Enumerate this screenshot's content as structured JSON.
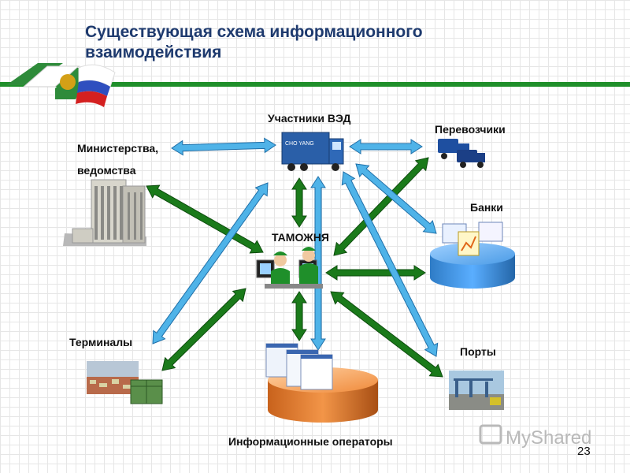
{
  "slide": {
    "title_line1": "Существующая схема информационного",
    "title_line2": "взаимодействия",
    "page_number": "23"
  },
  "nodes": {
    "ved_participants": "Участники ВЭД",
    "carriers": "Перевозчики",
    "ministries_line1": "Министерства,",
    "ministries_line2": "ведомства",
    "banks": "Банки",
    "customs": "ТАМОЖНЯ",
    "terminals": "Терминалы",
    "ports": "Порты",
    "info_operators": "Информационные операторы"
  },
  "truck_text": "CHO YANG",
  "watermark": "MyShared",
  "colors": {
    "title": "#1e3a6e",
    "header_bar": "#1f8f2a",
    "arrow_green": "#1a7a1a",
    "arrow_blue": "#4fb3e8",
    "db_blue": "#3d8fd8",
    "db_orange": "#e07a2a"
  }
}
